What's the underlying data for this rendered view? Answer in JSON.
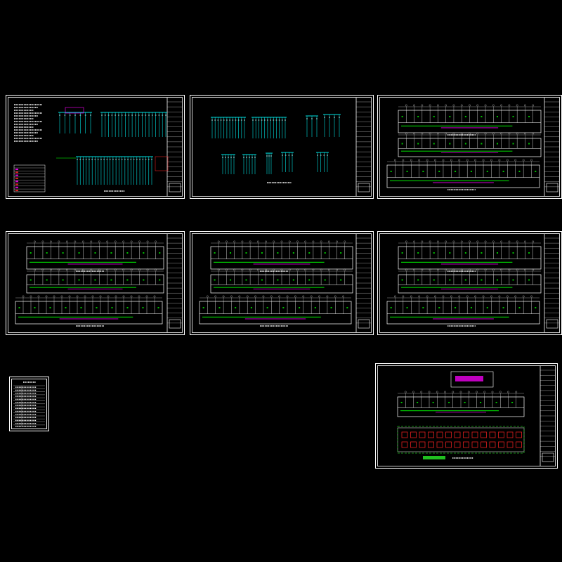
{
  "colors": {
    "background": "#000000",
    "frame": "#ffffff",
    "wiring": "#00e0e0",
    "annotation": "#00c000",
    "highlight": "#e000e0",
    "accent": "#e02020",
    "fill_green": "#20c020"
  },
  "sheets": [
    {
      "id": "sheet-1",
      "kind": "distribution-system-diagram"
    },
    {
      "id": "sheet-2",
      "kind": "panel-schedule-diagram"
    },
    {
      "id": "sheet-3",
      "kind": "floor-plan-ground"
    },
    {
      "id": "sheet-4",
      "kind": "floor-plan-lighting"
    },
    {
      "id": "sheet-5",
      "kind": "floor-plan-power-a"
    },
    {
      "id": "sheet-6",
      "kind": "floor-plan-power-b"
    },
    {
      "id": "sheet-7",
      "kind": "drawing-index"
    },
    {
      "id": "sheet-8",
      "kind": "roof-and-grounding-plan"
    }
  ]
}
